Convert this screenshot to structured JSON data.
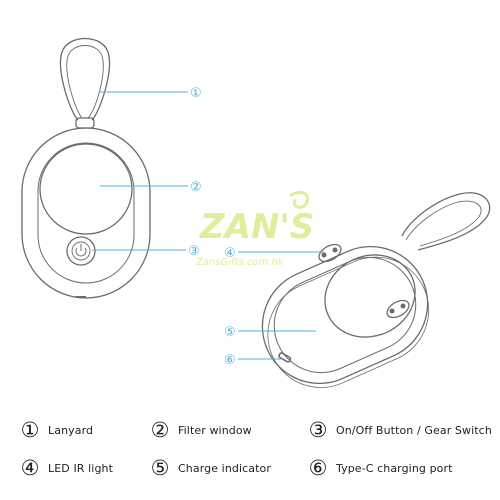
{
  "callouts": [
    {
      "id": "1",
      "marker": "①"
    },
    {
      "id": "2",
      "marker": "②"
    },
    {
      "id": "3",
      "marker": "③"
    },
    {
      "id": "4",
      "marker": "④"
    },
    {
      "id": "5",
      "marker": "⑤"
    },
    {
      "id": "6",
      "marker": "⑥"
    }
  ],
  "legend": [
    {
      "marker": "①",
      "label": "Lanyard"
    },
    {
      "marker": "②",
      "label": "Filter window"
    },
    {
      "marker": "③",
      "label": "On/Off Button / Gear Switch"
    },
    {
      "marker": "④",
      "label": "LED IR light"
    },
    {
      "marker": "⑤",
      "label": "Charge indicator"
    },
    {
      "marker": "⑥",
      "label": "Type-C charging port"
    }
  ],
  "watermark": {
    "logo": "ZAN'S",
    "url": "ZansGifts.com.hk"
  },
  "colors": {
    "outline": "#6b6b6b",
    "leader": "#4fb3d9",
    "watermark": "#e2ec9a",
    "text": "#222222"
  }
}
